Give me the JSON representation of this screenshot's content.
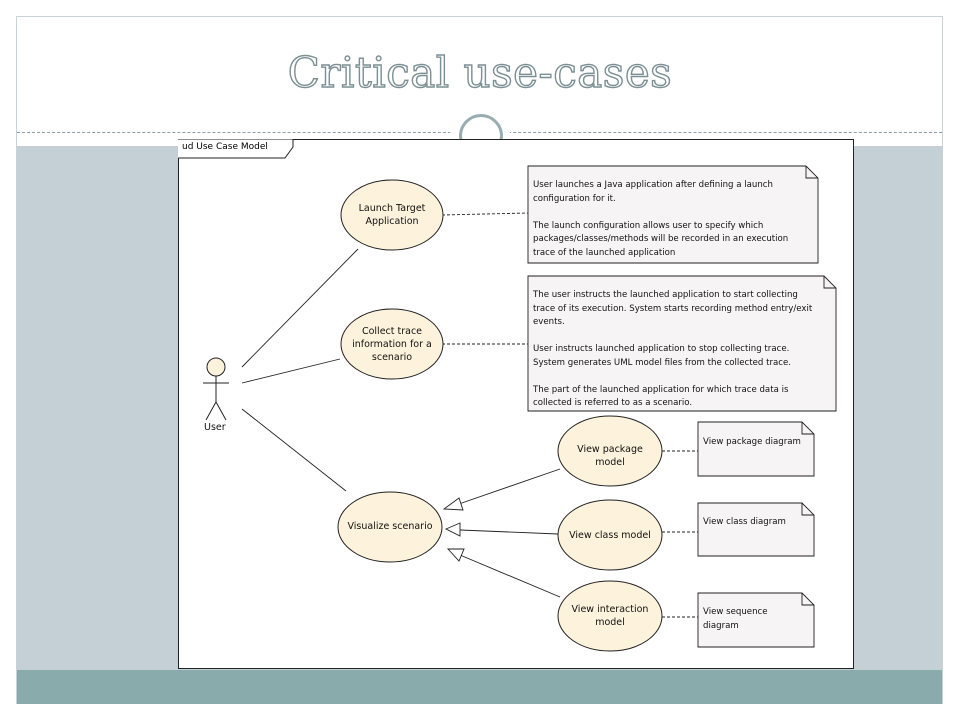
{
  "slide": {
    "title": "Critical use-cases"
  },
  "diagram": {
    "frame_label": "ud Use Case Model",
    "actor": {
      "label": "User"
    },
    "use_cases": {
      "launch": [
        "Launch Target",
        "Application"
      ],
      "collect": [
        "Collect trace",
        "information for a",
        "scenario"
      ],
      "visualize": [
        "Visualize scenario"
      ],
      "package": [
        "View package",
        "model"
      ],
      "class": [
        "View class model"
      ],
      "interaction": [
        "View interaction",
        "model"
      ]
    },
    "notes": {
      "launch": "User launches a Java application after defining a launch\nconfiguration for it.\n\nThe launch configuration allows user to specify which\npackages/classes/methods will be recorded in an execution\ntrace of the launched application",
      "collect": "The user instructs the launched application to start collecting\ntrace of its execution. System starts recording method entry/exit\nevents.\n\nUser instructs launched application to stop collecting trace.\nSystem generates UML model files from the collected trace.\n\nThe part of the launched application for which trace data is\ncollected is referred to as a scenario.",
      "package": "View package diagram",
      "class": "View class diagram",
      "sequence": "View sequence\ndiagram"
    },
    "colors": {
      "usecase_fill": "#fdf2dc",
      "note_fill": "#f7f4f6",
      "content_bg": "#c5d0d6",
      "footer": "#8aabac",
      "title_outline": "#7c8f94"
    }
  }
}
